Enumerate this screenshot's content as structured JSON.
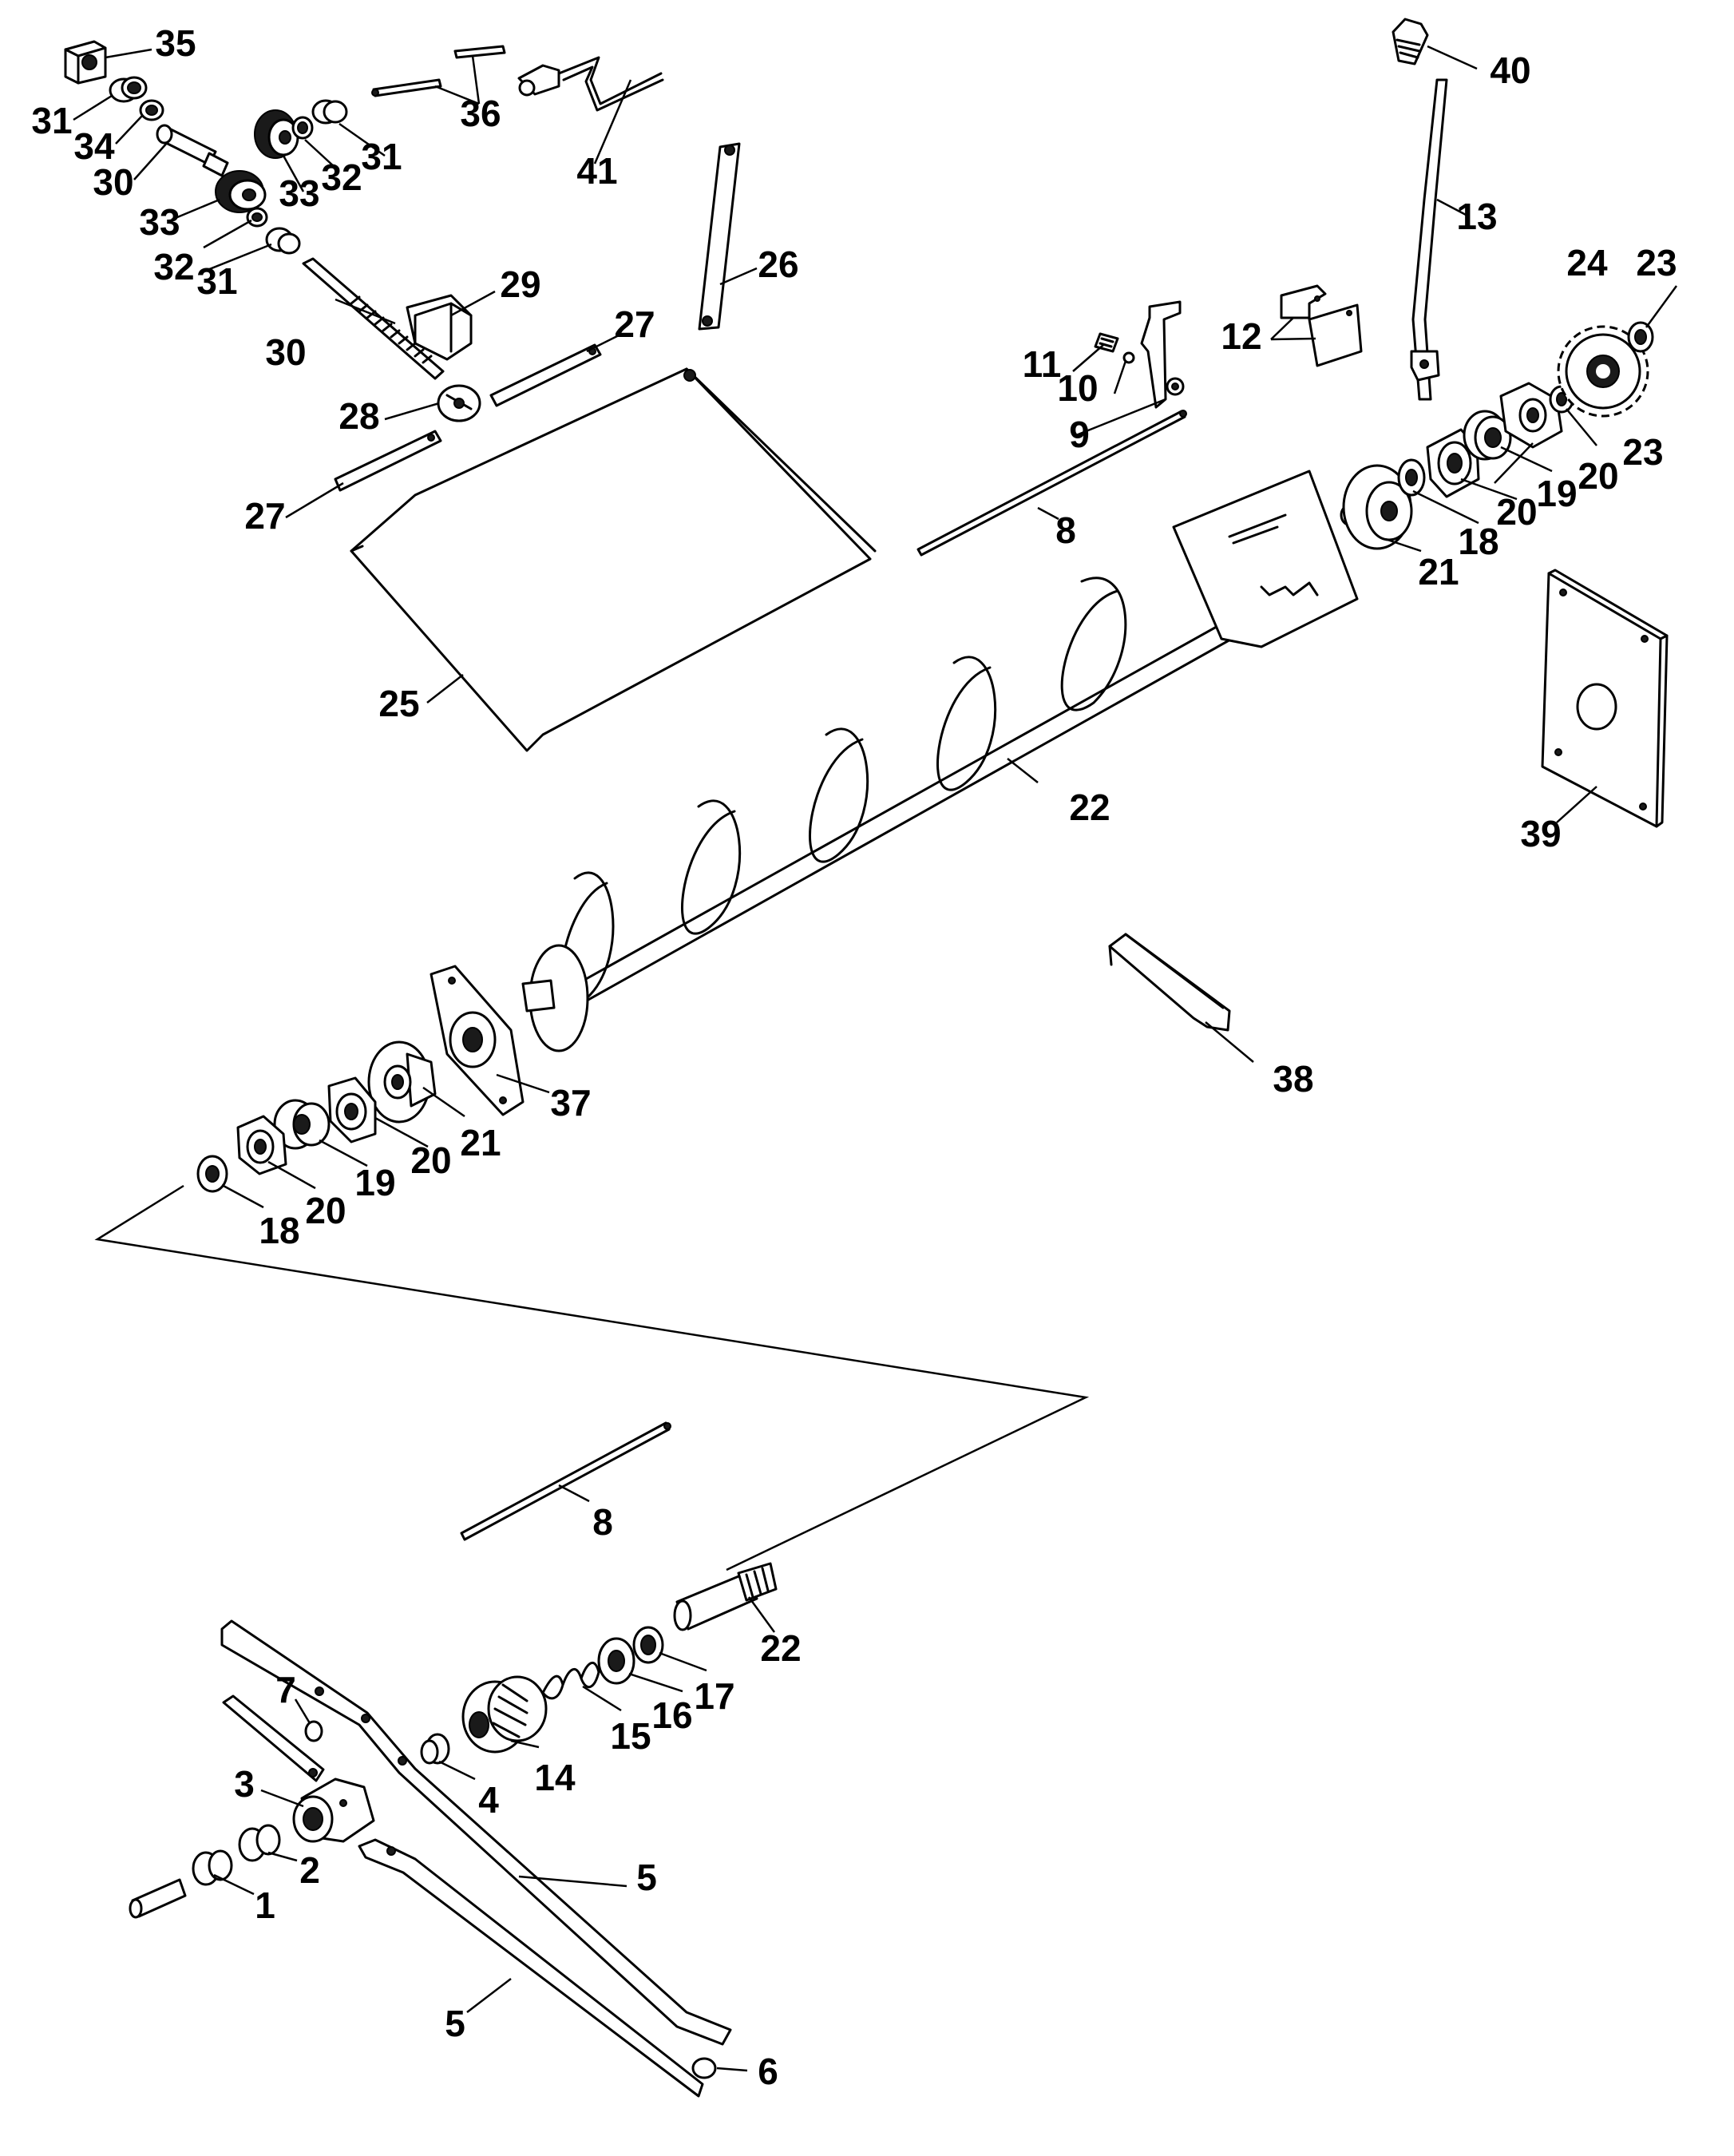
{
  "callouts": [
    {
      "id": "n35",
      "text": "35"
    },
    {
      "id": "n31a",
      "text": "31"
    },
    {
      "id": "n34",
      "text": "34"
    },
    {
      "id": "n30a",
      "text": "30"
    },
    {
      "id": "n33a",
      "text": "33"
    },
    {
      "id": "n33b",
      "text": "33"
    },
    {
      "id": "n32a",
      "text": "32"
    },
    {
      "id": "n31b",
      "text": "31"
    },
    {
      "id": "n32b",
      "text": "32"
    },
    {
      "id": "n31c",
      "text": "31"
    },
    {
      "id": "n36",
      "text": "36"
    },
    {
      "id": "n41",
      "text": "41"
    },
    {
      "id": "n40",
      "text": "40"
    },
    {
      "id": "n13",
      "text": "13"
    },
    {
      "id": "n26",
      "text": "26"
    },
    {
      "id": "n29",
      "text": "29"
    },
    {
      "id": "n30b",
      "text": "30"
    },
    {
      "id": "n27a",
      "text": "27"
    },
    {
      "id": "n28",
      "text": "28"
    },
    {
      "id": "n27b",
      "text": "27"
    },
    {
      "id": "n25",
      "text": "25"
    },
    {
      "id": "n11",
      "text": "11"
    },
    {
      "id": "n10",
      "text": "10"
    },
    {
      "id": "n9",
      "text": "9"
    },
    {
      "id": "n12",
      "text": "12"
    },
    {
      "id": "n8a",
      "text": "8"
    },
    {
      "id": "n24",
      "text": "24"
    },
    {
      "id": "n23a",
      "text": "23"
    },
    {
      "id": "n23b",
      "text": "23"
    },
    {
      "id": "n20a",
      "text": "20"
    },
    {
      "id": "n19a",
      "text": "19"
    },
    {
      "id": "n20b",
      "text": "20"
    },
    {
      "id": "n18a",
      "text": "18"
    },
    {
      "id": "n21a",
      "text": "21"
    },
    {
      "id": "n22a",
      "text": "22"
    },
    {
      "id": "n39",
      "text": "39"
    },
    {
      "id": "n38",
      "text": "38"
    },
    {
      "id": "n37",
      "text": "37"
    },
    {
      "id": "n21b",
      "text": "21"
    },
    {
      "id": "n20c",
      "text": "20"
    },
    {
      "id": "n19b",
      "text": "19"
    },
    {
      "id": "n20d",
      "text": "20"
    },
    {
      "id": "n18b",
      "text": "18"
    },
    {
      "id": "n8b",
      "text": "8"
    },
    {
      "id": "n22b",
      "text": "22"
    },
    {
      "id": "n17",
      "text": "17"
    },
    {
      "id": "n16",
      "text": "16"
    },
    {
      "id": "n15",
      "text": "15"
    },
    {
      "id": "n14",
      "text": "14"
    },
    {
      "id": "n4",
      "text": "4"
    },
    {
      "id": "n7",
      "text": "7"
    },
    {
      "id": "n3",
      "text": "3"
    },
    {
      "id": "n2",
      "text": "2"
    },
    {
      "id": "n1",
      "text": "1"
    },
    {
      "id": "n5a",
      "text": "5"
    },
    {
      "id": "n5b",
      "text": "5"
    },
    {
      "id": "n6",
      "text": "6"
    }
  ]
}
